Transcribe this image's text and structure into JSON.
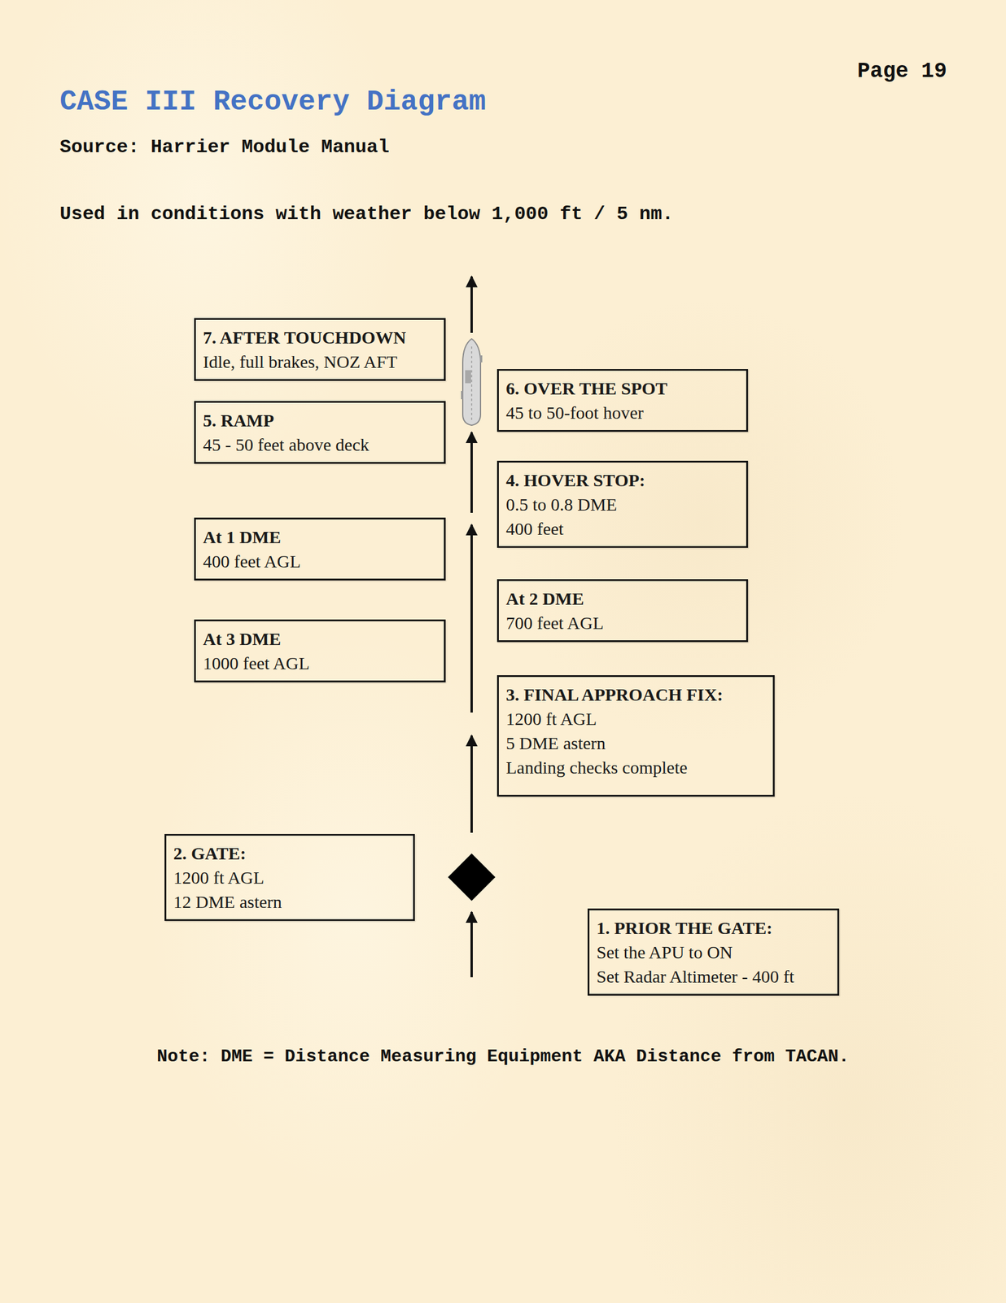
{
  "diagram": {
    "title": "CASE III Recovery Diagram",
    "nodes": [
      {
        "text": [
          "7. AFTER TOUCHDOWN",
          "Idle, full brakes, NOZ AFT"
        ]
      },
      {
        "text": [
          "6. OVER THE SPOT",
          "45 to 50-foot hover"
        ]
      },
      {
        "text": [
          "5. RAMP",
          "45 - 50 feet above deck"
        ]
      },
      {
        "text": [
          "4. HOVER STOP:",
          "0.5 to 0.8 DME",
          "400 feet"
        ]
      },
      {
        "text": [
          "At 1 DME",
          "400 feet AGL"
        ]
      },
      {
        "text": [
          "At 2 DME",
          "700 feet AGL"
        ]
      },
      {
        "text": [
          "At 3 DME",
          "1000 feet AGL"
        ]
      },
      {
        "text": [
          "3. FINAL APPROACH FIX:",
          "1200 ft AGL",
          "5 DME astern",
          "Landing checks complete"
        ]
      },
      {
        "text": [
          "2. GATE:",
          "1200 ft AGL",
          "12 DME astern"
        ]
      },
      {
        "text": [
          "1. PRIOR THE GATE:",
          "Set the APU to ON",
          "Set Radar Altimeter - 400 ft"
        ]
      }
    ],
    "labels": [
      "Page 19",
      "Source: Harrier Module Manual",
      "Used in conditions with weather below 1,000 ft / 5 nm.",
      "Note: DME = Distance Measuring Equipment AKA Distance from TACAN."
    ]
  }
}
